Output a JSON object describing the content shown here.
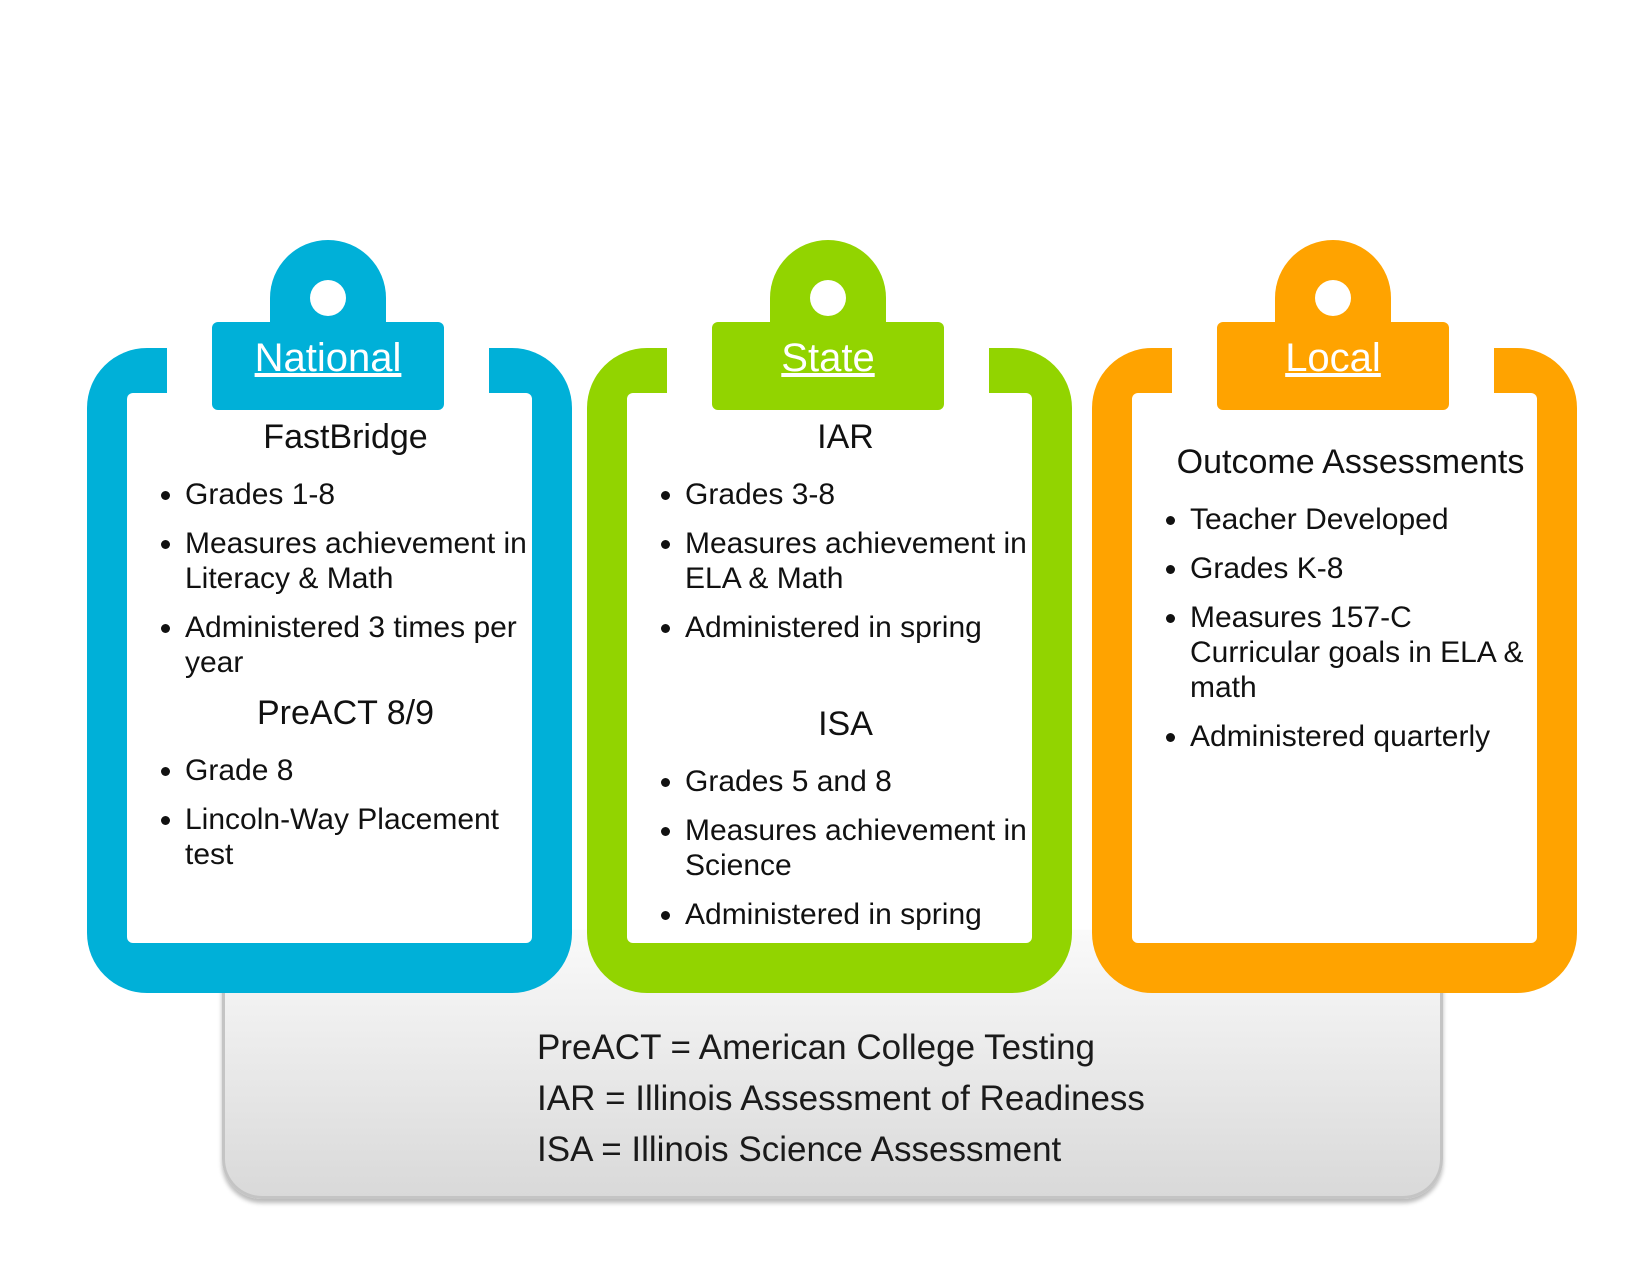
{
  "columns": [
    {
      "title": "National",
      "color": "#00b0d8",
      "sections": [
        {
          "heading": "FastBridge",
          "items": [
            "Grades 1-8",
            "Measures achievement in Literacy & Math",
            "Administered 3 times per year"
          ]
        },
        {
          "heading": "PreACT 8/9",
          "items": [
            "Grade 8",
            "Lincoln-Way Placement test"
          ]
        }
      ]
    },
    {
      "title": "State",
      "color": "#92d400",
      "sections": [
        {
          "heading": "IAR",
          "items": [
            "Grades 3-8",
            "Measures achievement in ELA & Math",
            "Administered in spring"
          ]
        },
        {
          "heading": "ISA",
          "items": [
            "Grades 5 and 8",
            "Measures achievement in Science",
            "Administered in spring"
          ]
        }
      ]
    },
    {
      "title": "Local",
      "color": "#ffa300",
      "sections": [
        {
          "heading": "Outcome Assessments",
          "items": [
            "Teacher Developed",
            "Grades K-8",
            "Measures 157-C Curricular goals in ELA & math",
            "Administered quarterly"
          ]
        }
      ]
    }
  ],
  "legend": [
    "PreACT = American College Testing",
    "IAR = Illinois Assessment of Readiness",
    "ISA = Illinois Science Assessment"
  ]
}
